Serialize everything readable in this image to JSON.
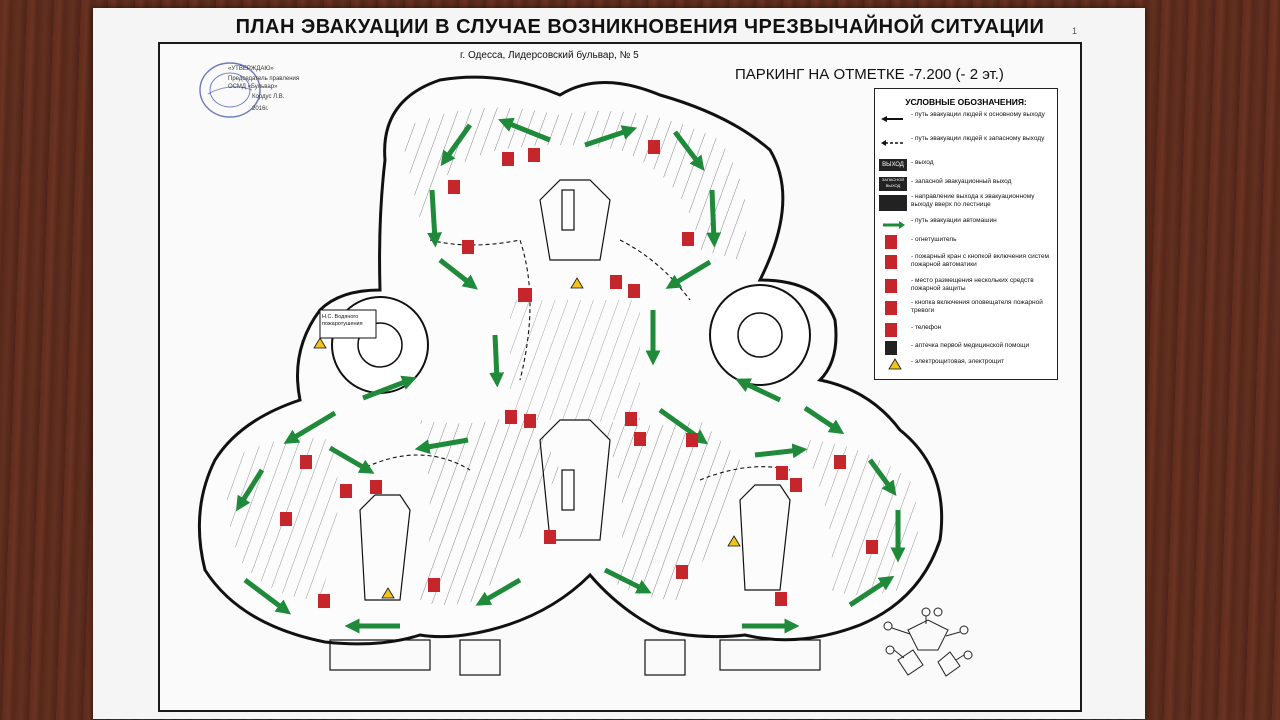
{
  "title": "ПЛАН ЭВАКУАЦИИ В СЛУЧАЕ ВОЗНИКНОВЕНИЯ ЧРЕЗВЫЧАЙНОЙ СИТУАЦИИ",
  "address": "г. Одесса,  Лидерсовский  бульвар, № 5",
  "parking_level": "ПАРКИНГ НА ОТМЕТКЕ -7.200 (- 2 эт.)",
  "page_number": "1",
  "stamp": {
    "line1": "«УТВЕРЖДАЮ»",
    "line2": "Председатель правления",
    "line3": "ОСМД «Бульвар»",
    "line4": "Кордус Л.В.",
    "line5": "2016г."
  },
  "room_label": "Н.С. Водяного пожаротушения",
  "legend": {
    "title": "УСЛОВНЫЕ ОБОЗНАЧЕНИЯ:",
    "items": [
      {
        "icon": "main-path-arrow",
        "text": "- путь эвакуации людей к основному выходу"
      },
      {
        "icon": "reserve-path-dashed",
        "text": "- путь эвакуации людей к запасному выходу"
      },
      {
        "icon": "exit-sign",
        "sign": "ВЫХОД",
        "text": "- выход"
      },
      {
        "icon": "reserve-exit-sign",
        "sign": "ЗАПАСНОЙ ВЫХОД",
        "text": "- запасной эвакуационный выход"
      },
      {
        "icon": "stairs-direction",
        "text": "- направление выхода к эвакуационному выходу вверх по лестнице"
      },
      {
        "icon": "vehicle-path-arrow",
        "text": "- путь эвакуации автомашин"
      },
      {
        "icon": "extinguisher-icon",
        "text": "- огнетушитель"
      },
      {
        "icon": "fire-hydrant-icon",
        "text": "- пожарный кран с кнопкой включения систем пожарной автоматики"
      },
      {
        "icon": "fire-equipment-icon",
        "text": "- место размещения нескольких средств пожарной защиты"
      },
      {
        "icon": "alarm-button-icon",
        "text": "- кнопка включения оповещателя пожарной тревоги"
      },
      {
        "icon": "phone-icon",
        "text": "- телефон"
      },
      {
        "icon": "first-aid-icon",
        "text": "- аптечка первой медицинской помощи"
      },
      {
        "icon": "electrical-icon",
        "text": "- электрощитовая, электрощит"
      }
    ]
  },
  "colors": {
    "arrow_green": "#1f8a3a",
    "fire_red": "#c4262c",
    "wall": "#111111",
    "paper": "#fafafa"
  }
}
